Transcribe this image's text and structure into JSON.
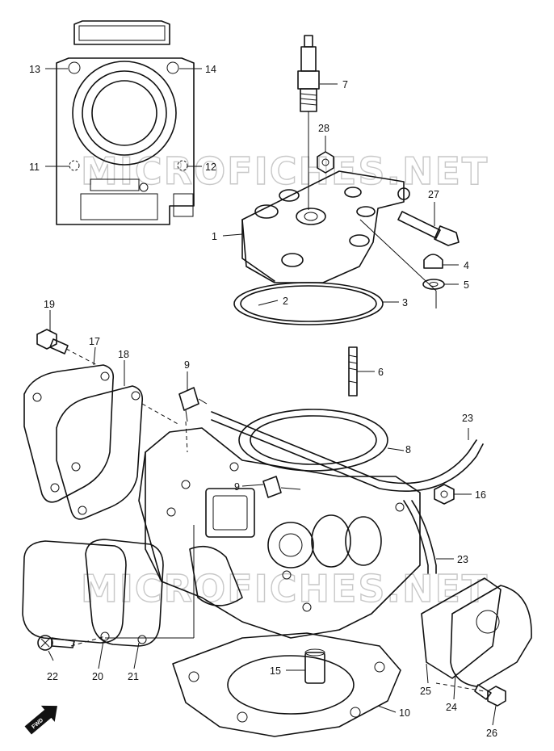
{
  "watermarks": [
    "MICROFICHES.NET",
    "MICROFICHES.NET"
  ],
  "fwd_label": "FWD",
  "callouts": [
    {
      "id": "13",
      "text": "13"
    },
    {
      "id": "14",
      "text": "14"
    },
    {
      "id": "11",
      "text": "11"
    },
    {
      "id": "12",
      "text": "12"
    },
    {
      "id": "7",
      "text": "7"
    },
    {
      "id": "28",
      "text": "28"
    },
    {
      "id": "27",
      "text": "27"
    },
    {
      "id": "1",
      "text": "1"
    },
    {
      "id": "4",
      "text": "4"
    },
    {
      "id": "5",
      "text": "5"
    },
    {
      "id": "2",
      "text": "2"
    },
    {
      "id": "3",
      "text": "3"
    },
    {
      "id": "19",
      "text": "19"
    },
    {
      "id": "17",
      "text": "17"
    },
    {
      "id": "18",
      "text": "18"
    },
    {
      "id": "9a",
      "text": "9"
    },
    {
      "id": "6",
      "text": "6"
    },
    {
      "id": "23a",
      "text": "23"
    },
    {
      "id": "8",
      "text": "8"
    },
    {
      "id": "9b",
      "text": "9"
    },
    {
      "id": "16",
      "text": "16"
    },
    {
      "id": "23b",
      "text": "23"
    },
    {
      "id": "15",
      "text": "15"
    },
    {
      "id": "22",
      "text": "22"
    },
    {
      "id": "20",
      "text": "20"
    },
    {
      "id": "21",
      "text": "21"
    },
    {
      "id": "25",
      "text": "25"
    },
    {
      "id": "24",
      "text": "24"
    },
    {
      "id": "10",
      "text": "10"
    },
    {
      "id": "26",
      "text": "26"
    }
  ]
}
